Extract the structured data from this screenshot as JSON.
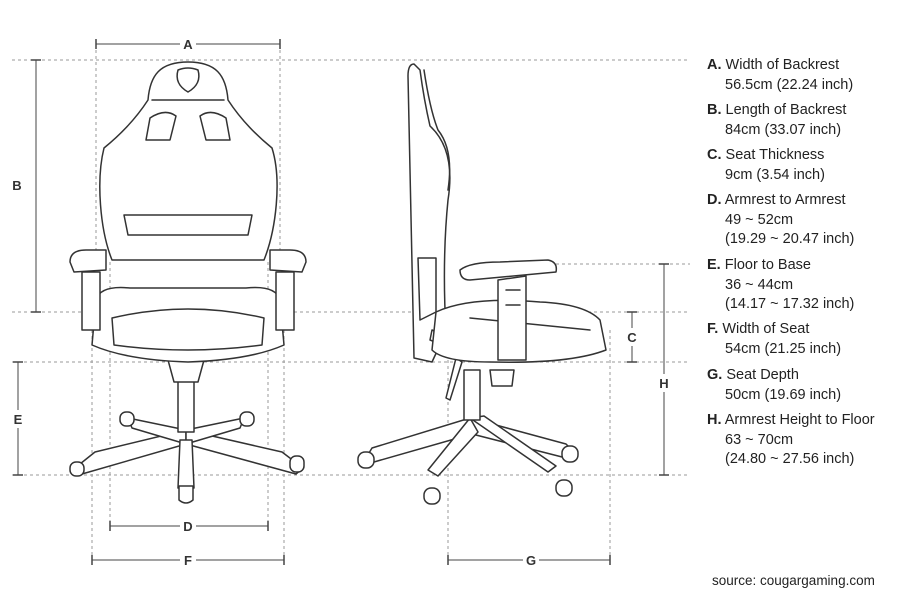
{
  "dimension_letters": {
    "A": "A",
    "B": "B",
    "C": "C",
    "D": "D",
    "E": "E",
    "F": "F",
    "G": "G",
    "H": "H"
  },
  "specs": [
    {
      "key": "A.",
      "title": "Width of Backrest",
      "lines": [
        "56.5cm (22.24 inch)"
      ]
    },
    {
      "key": "B.",
      "title": "Length of Backrest",
      "lines": [
        "84cm (33.07 inch)"
      ]
    },
    {
      "key": "C.",
      "title": "Seat Thickness",
      "lines": [
        "9cm (3.54 inch)"
      ]
    },
    {
      "key": "D.",
      "title": "Armrest to Armrest",
      "lines": [
        "49 ~ 52cm",
        "(19.29 ~ 20.47 inch)"
      ]
    },
    {
      "key": "E.",
      "title": "Floor to Base",
      "lines": [
        "36 ~ 44cm",
        "(14.17 ~ 17.32 inch)"
      ]
    },
    {
      "key": "F.",
      "title": "Width of Seat",
      "lines": [
        "54cm (21.25 inch)"
      ]
    },
    {
      "key": "G.",
      "title": "Seat Depth",
      "lines": [
        "50cm (19.69 inch)"
      ]
    },
    {
      "key": "H.",
      "title": "Armrest Height to Floor",
      "lines": [
        "63 ~ 70cm",
        "(24.80 ~ 27.56 inch)"
      ]
    }
  ],
  "source": "source: cougargaming.com",
  "colors": {
    "line": "#333333",
    "guide": "#9a9a9a",
    "text": "#222222"
  }
}
